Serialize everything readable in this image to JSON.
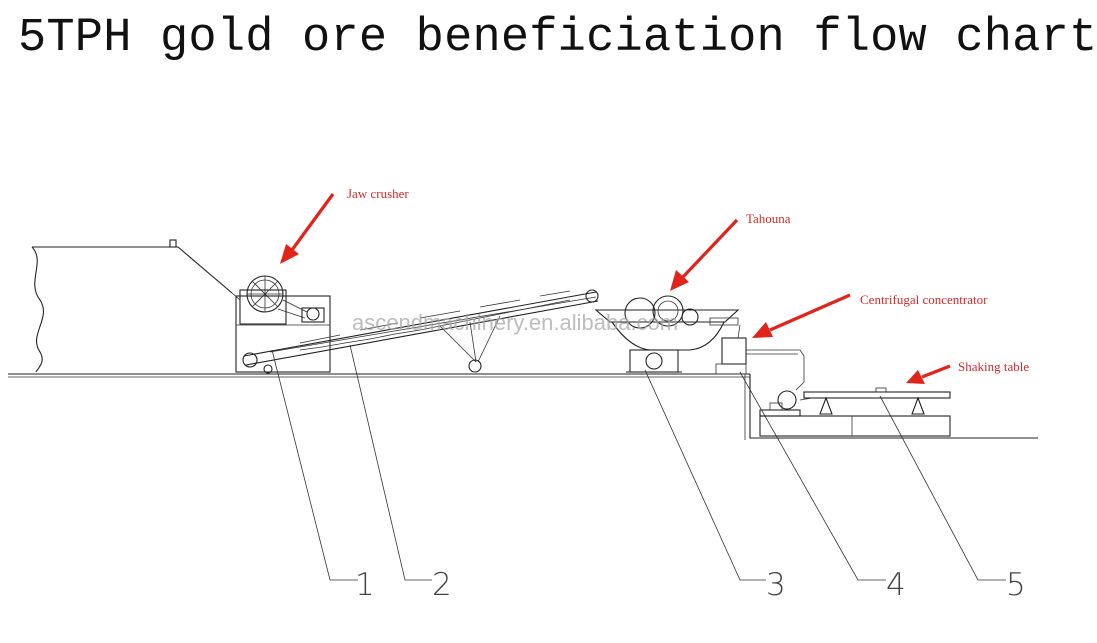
{
  "title": "5TPH gold ore beneficiation flow chart",
  "watermark": "ascendmachinery.en.alibaba.com",
  "labels": {
    "jaw_crusher": "Jaw crusher",
    "tahouna": "Tahouna",
    "centrifugal_concentrator": "Centrifugal concentrator",
    "shaking_table": "Shaking table"
  },
  "callout_numbers": [
    "1",
    "2",
    "3",
    "4",
    "5"
  ],
  "colors": {
    "arrow": "#e2231a",
    "label_text": "#d42a2a",
    "line_art": "#222222"
  }
}
